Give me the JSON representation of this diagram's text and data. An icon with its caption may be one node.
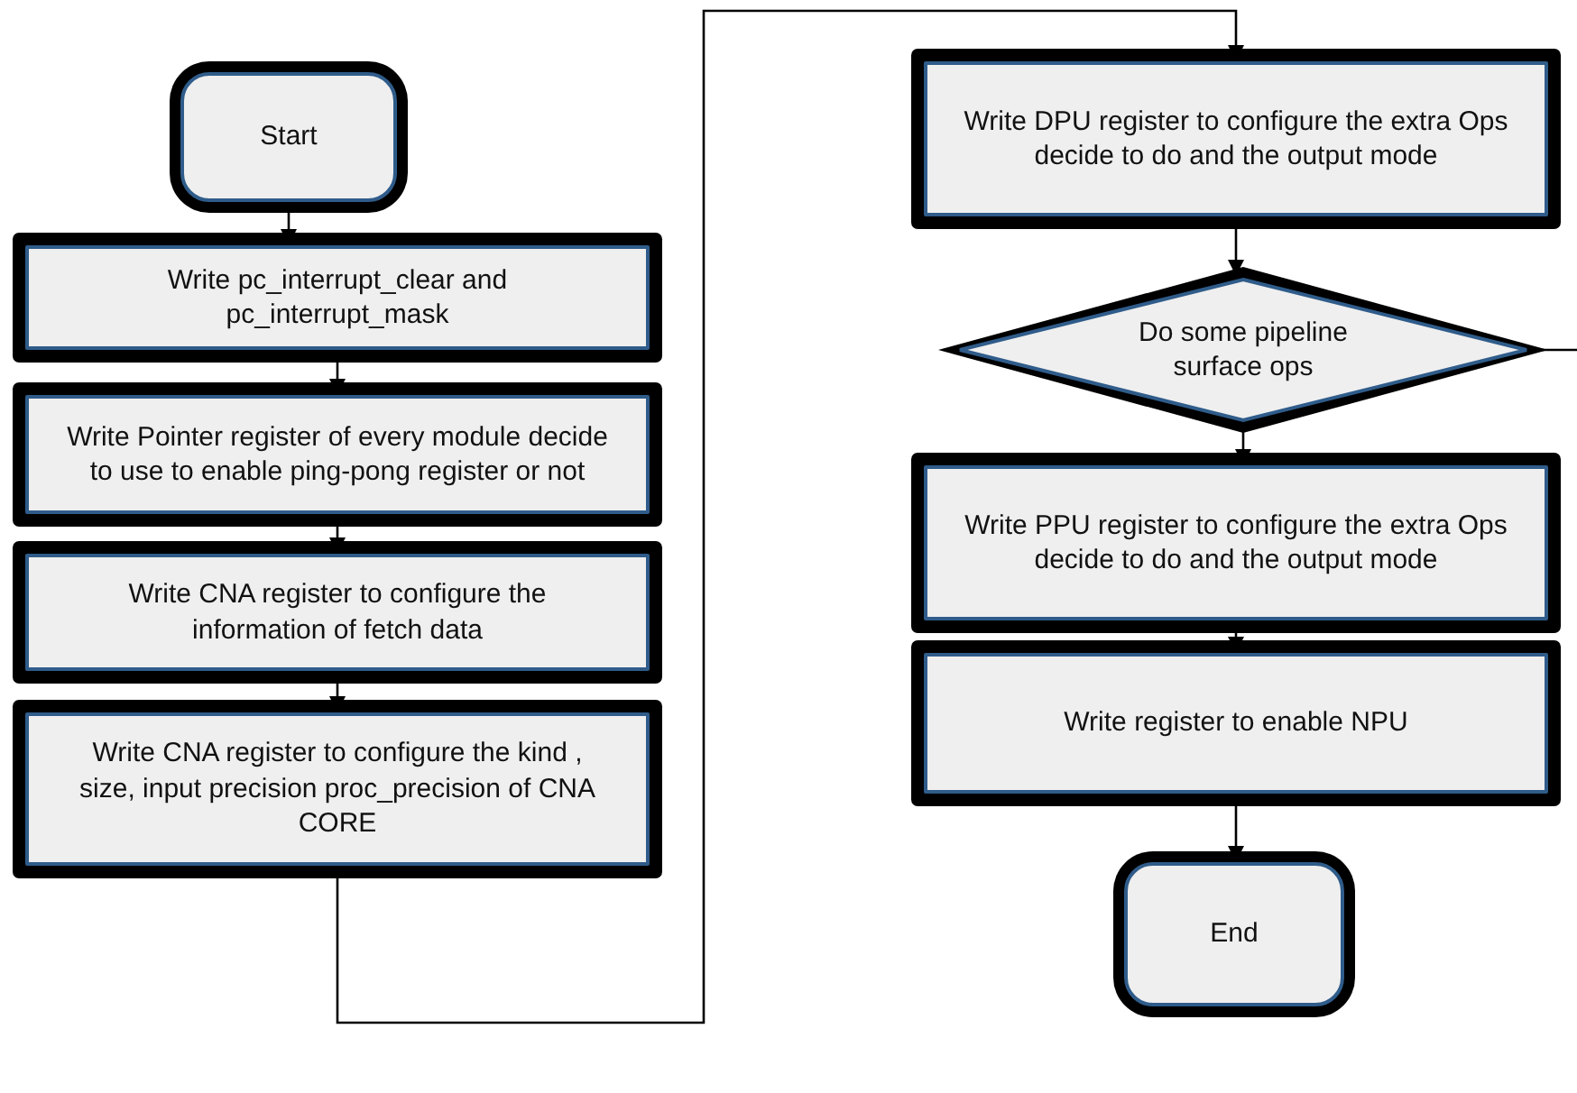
{
  "diagram": {
    "nodes": [
      {
        "text": [
          "Start"
        ]
      },
      {
        "text": [
          "Write pc_interrupt_clear and pc_interrupt_mask"
        ]
      },
      {
        "text": [
          "Write Pointer register of every module decide to use to enable ping-pong register or not"
        ]
      },
      {
        "text": [
          "Write CNA register to configure the information of fetch data"
        ]
      },
      {
        "text": [
          "Write CNA register to configure the kind , size, input precision proc_precision of CNA CORE"
        ]
      },
      {
        "text": [
          "Write DPU register to configure the extra Ops decide to do and the output mode"
        ]
      },
      {
        "text": [
          "Do some pipeline surface ops"
        ]
      },
      {
        "text": [
          "Write PPU register to configure the extra Ops decide to do and the output mode"
        ]
      },
      {
        "text": [
          "Write register to enable NPU"
        ]
      },
      {
        "text": [
          "End"
        ]
      }
    ],
    "edges": [
      {
        "from": 0,
        "to": 1,
        "arrow": "to"
      },
      {
        "from": 1,
        "to": 2,
        "arrow": "to"
      },
      {
        "from": 2,
        "to": 3,
        "arrow": "to"
      },
      {
        "from": 3,
        "to": 4,
        "arrow": "to"
      },
      {
        "from": 4,
        "to": 5,
        "arrow": "to"
      },
      {
        "from": 5,
        "to": 6,
        "arrow": "to"
      },
      {
        "from": 6,
        "to": 7,
        "arrow": "to"
      },
      {
        "from": 6,
        "to": null,
        "arrow": "none"
      },
      {
        "from": 7,
        "to": 8,
        "arrow": "to"
      },
      {
        "from": 8,
        "to": 9,
        "arrow": "to"
      }
    ]
  }
}
